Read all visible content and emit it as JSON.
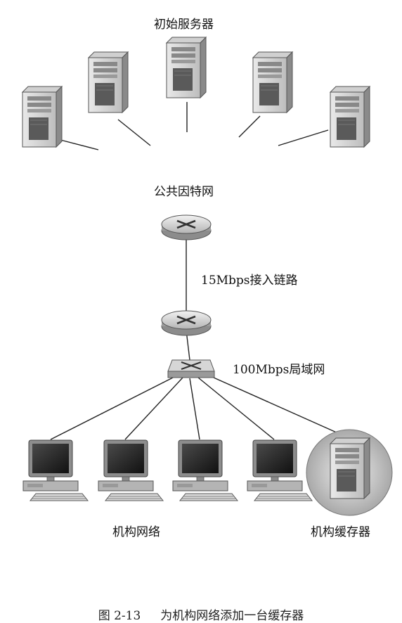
{
  "labels": {
    "origin_servers": "初始服务器",
    "public_internet": "公共因特网",
    "access_link": "15Mbps接入链路",
    "lan": "100Mbps局域网",
    "institutional_network": "机构网络",
    "institutional_cache": "机构缓存器"
  },
  "caption": {
    "number": "图 2-13",
    "text": "为机构网络添加一台缓存器"
  },
  "icons": {
    "origin_servers": "server-tower-icon",
    "routers": "router-icon",
    "switch": "switch-icon",
    "clients": "desktop-computer-icon",
    "cache": "server-tower-icon"
  }
}
